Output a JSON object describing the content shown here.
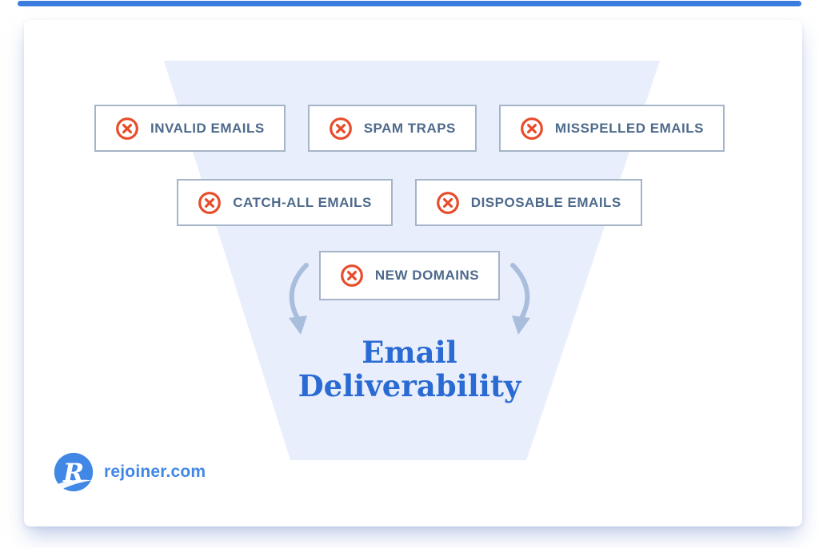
{
  "colors": {
    "top_bar": "#3A7CE0",
    "funnel_fill": "#E8EEFB",
    "box_border": "#A6B4C9",
    "box_text": "#4E6B8C",
    "icon_red": "#E84C2B",
    "title_blue": "#2A6AD3",
    "arrow": "#A9BDDD",
    "logo_blue": "#4187E6"
  },
  "funnel": {
    "rows": [
      {
        "items": [
          "INVALID EMAILS",
          "SPAM TRAPS",
          "MISSPELLED EMAILS"
        ]
      },
      {
        "items": [
          "CATCH-ALL EMAILS",
          "DISPOSABLE EMAILS"
        ]
      },
      {
        "items": [
          "NEW DOMAINS"
        ]
      }
    ],
    "title_line1": "Email",
    "title_line2": "Deliverability"
  },
  "branding": {
    "logo_letter": "R",
    "website": "rejoiner.com"
  }
}
